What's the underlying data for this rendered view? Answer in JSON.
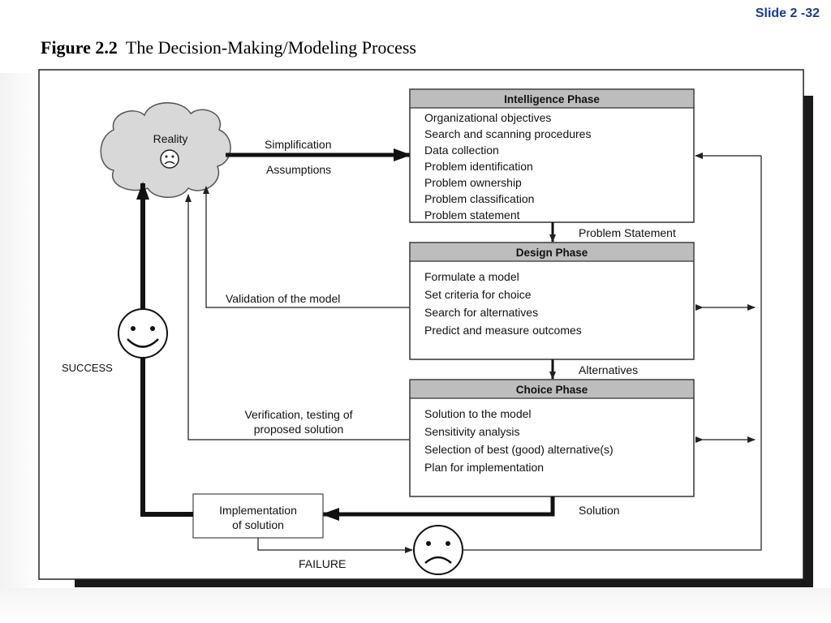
{
  "slide_number": "Slide 2 -32",
  "figure": {
    "number": "Figure 2.2",
    "title": "The Decision-Making/Modeling Process"
  },
  "reality": {
    "label": "Reality"
  },
  "top_arrow": {
    "label_1": "Simplification",
    "label_2": "Assumptions"
  },
  "phases": {
    "intelligence": {
      "title": "Intelligence Phase",
      "items": [
        "Organizational objectives",
        "Search and scanning procedures",
        "Data collection",
        "Problem identification",
        "Problem ownership",
        "Problem classification",
        "Problem statement"
      ]
    },
    "design": {
      "title": "Design Phase",
      "items": [
        "Formulate a model",
        "Set criteria for choice",
        "Search for alternatives",
        "Predict and measure outcomes"
      ]
    },
    "choice": {
      "title": "Choice Phase",
      "items": [
        "Solution to the model",
        "Sensitivity analysis",
        "Selection of best (good) alternative(s)",
        "Plan for implementation"
      ]
    }
  },
  "transitions": {
    "problem_statement": "Problem Statement",
    "alternatives": "Alternatives",
    "solution": "Solution"
  },
  "feedback": {
    "validation": "Validation of the model",
    "verification_line1": "Verification, testing of",
    "verification_line2": "proposed solution"
  },
  "implementation": {
    "line1": "Implementation",
    "line2": "of solution"
  },
  "outcomes": {
    "success": "SUCCESS",
    "failure": "FAILURE"
  }
}
